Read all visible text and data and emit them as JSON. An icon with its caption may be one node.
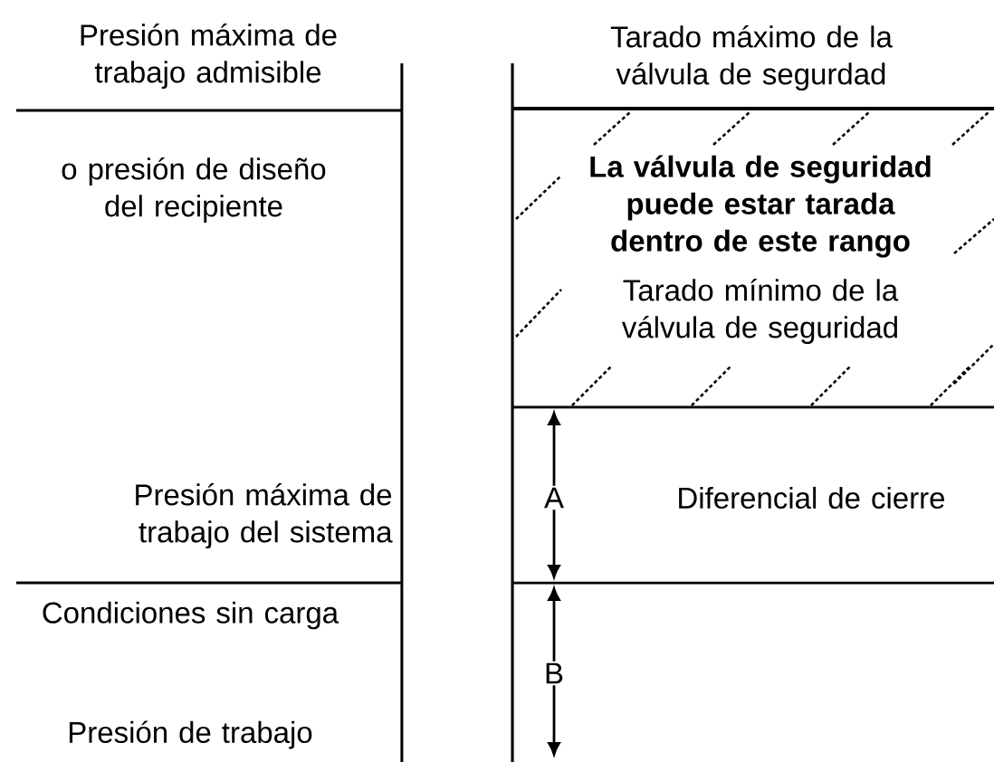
{
  "diagram": {
    "labels": [
      "Presión máxima de trabajo admisible",
      "Tarado máximo de la válvula de segurdad",
      "o presión de diseño del recipiente",
      "La válvula de seguridad puede estar tarada dentro de este rango",
      "Tarado mínimo de la válvula de seguridad",
      "A",
      "Diferencial de cierre",
      "Presión máxima de trabajo del sistema",
      "Condiciones sin carga",
      "B",
      "Presión de trabajo"
    ]
  }
}
